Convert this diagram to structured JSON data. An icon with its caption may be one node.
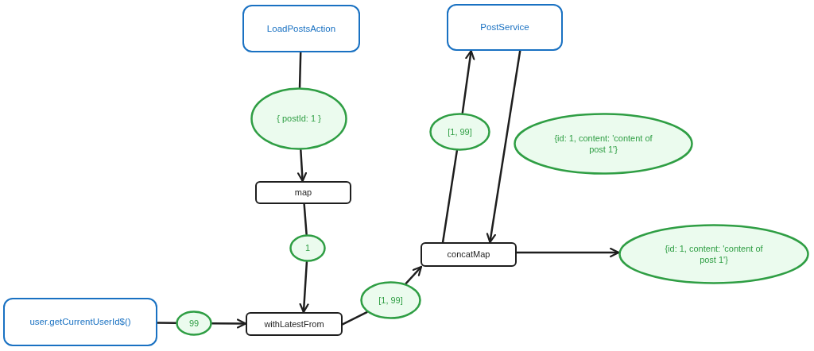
{
  "diagram": {
    "nodes": [
      {
        "text": [
          "LoadPostsAction"
        ]
      },
      {
        "text": [
          "PostService"
        ]
      },
      {
        "text": [
          "{ postId: 1 }"
        ]
      },
      {
        "text": [
          "[1, 99]"
        ]
      },
      {
        "text": [
          "{id: 1, content: 'content of post 1'}"
        ]
      },
      {
        "text": [
          "map"
        ]
      },
      {
        "text": [
          "1"
        ]
      },
      {
        "text": [
          "concatMap"
        ]
      },
      {
        "text": [
          "{id: 1, content: 'content of post 1'}"
        ]
      },
      {
        "text": [
          "[1, 99]"
        ]
      },
      {
        "text": [
          "user.getCurrentUserId$()"
        ]
      },
      {
        "text": [
          "99"
        ]
      },
      {
        "text": [
          "withLatestFrom"
        ]
      }
    ],
    "edges": [
      {
        "from": 0,
        "to": 2,
        "arrow": "none"
      },
      {
        "from": 2,
        "to": 5,
        "arrow": "to"
      },
      {
        "from": 5,
        "to": 6,
        "arrow": "none"
      },
      {
        "from": 6,
        "to": 12,
        "arrow": "to"
      },
      {
        "from": 10,
        "to": 11,
        "arrow": "none"
      },
      {
        "from": 11,
        "to": 12,
        "arrow": "to"
      },
      {
        "from": 12,
        "to": 9,
        "arrow": "none"
      },
      {
        "from": 9,
        "to": 7,
        "arrow": "to"
      },
      {
        "from": 7,
        "to": 3,
        "arrow": "none"
      },
      {
        "from": 3,
        "to": 1,
        "arrow": "to"
      },
      {
        "from": 1,
        "to": 7,
        "arrow": "to"
      },
      {
        "from": 7,
        "to": 8,
        "arrow": "to"
      }
    ]
  }
}
